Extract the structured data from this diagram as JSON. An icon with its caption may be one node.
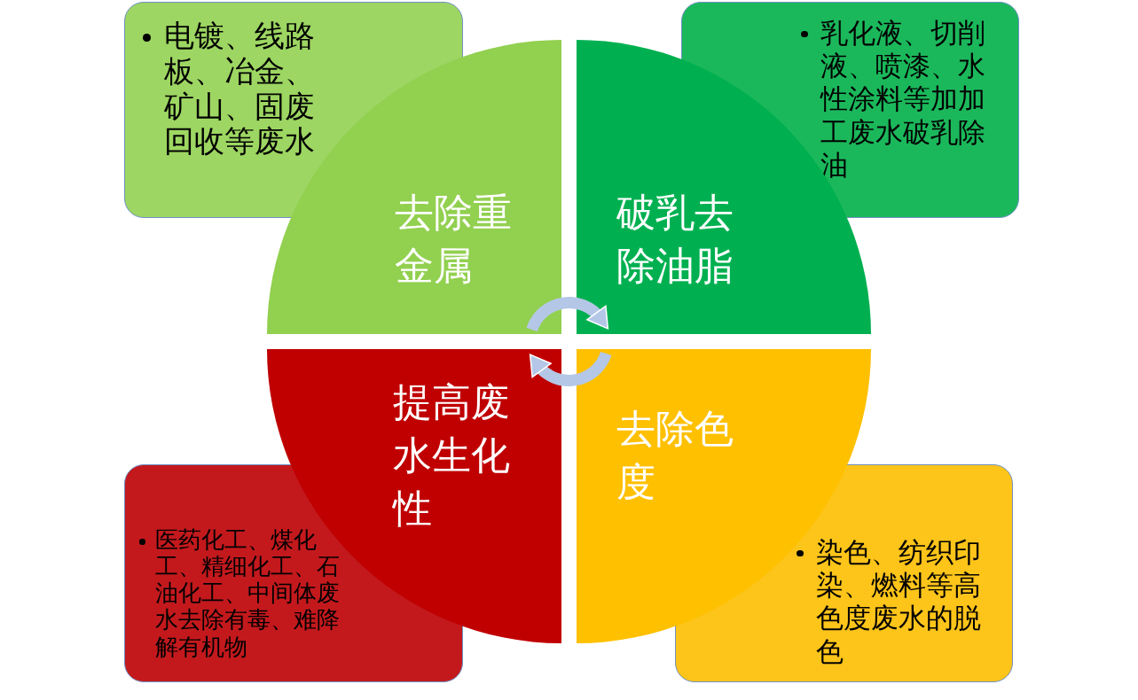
{
  "diagram": {
    "nodes": [
      {
        "text": [
          "电镀、线路板、冶金、矿山、固废回收等废水"
        ]
      },
      {
        "text": [
          "乳化液、切削液、喷漆、水性涂料等加加工废水破乳除油"
        ]
      },
      {
        "text": [
          "去除重金属"
        ]
      },
      {
        "text": [
          "破乳去除油脂"
        ]
      },
      {
        "text": [
          "提高废水生化性"
        ]
      },
      {
        "text": [
          "去除色度"
        ]
      },
      {
        "text": [
          "医药化工、煤化工、精细化工、石油化工、中间体废水去除有毒、难降解有机物"
        ]
      },
      {
        "text": [
          "染色、纺织印染、燃料等高色度废水的脱色"
        ]
      }
    ],
    "edges": [
      {
        "from": 2,
        "to": 3,
        "arrow": "to"
      },
      {
        "from": 5,
        "to": 4,
        "arrow": "to"
      }
    ]
  }
}
